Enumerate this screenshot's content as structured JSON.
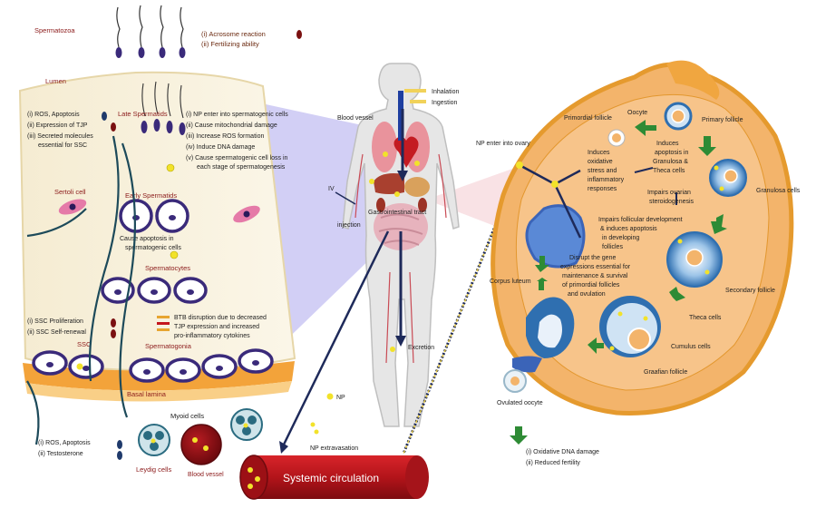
{
  "testis": {
    "spermatozoa": "Spermatozoa",
    "acrosome": "(i) Acrosome reaction",
    "fertilizing": "(ii) Fertilizing ability",
    "lumen": "Lumen",
    "ros_top": "(i) ROS, Apoptosis",
    "tjp": "(ii) Expression of TJP",
    "secreted1": "(iii) Secreted molecules",
    "secreted2": "essential for SSC",
    "late_spermatids": "Late Spermatids",
    "np_list": [
      "(i) NP enter into spermatogenic cells",
      "(ii) Cause mitochondrial damage",
      "(iii) Increase ROS formation",
      "(iv) Induce DNA damage",
      "(v) Cause spermatogenic cell loss in",
      "each stage of spermatogenesis"
    ],
    "sertoli": "Sertoli cell",
    "early_spermatids": "Early Spermatids",
    "apoptosis1": "Cause apoptosis in",
    "apoptosis2": "spermatogenic cells",
    "spermatocytes": "Spermatocytes",
    "bte1": "BTB disruption due to decreased",
    "bte2": "TJP expression and increased",
    "bte3": "pro-inflammatory cytokines",
    "ssc_prolif": "(i) SSC Proliferation",
    "ssc_self": "(ii) SSC Self-renewal",
    "ssc": "SSC",
    "spermatogonia": "Spermatogonia",
    "basal_lamina": "Basal lamina",
    "myoid": "Myoid cells",
    "ros_bottom": "(i) ROS, Apoptosis",
    "testosterone": "(ii) Testosterone",
    "leydig": "Leydig cells",
    "blood_vessel": "Blood vessel"
  },
  "body": {
    "inhalation": "Inhalation",
    "ingestion": "Ingestion",
    "blood_vessel": "Blood vessel",
    "iv": "IV",
    "injection": "injection",
    "gi": "Gastrointestinal tract",
    "excretion": "Excretion",
    "np": "NP",
    "np_extravasation": "NP extravasation",
    "systemic": "Systemic circulation"
  },
  "ovary": {
    "np_enter": "NP enter into ovary",
    "primordial": "Primordial follicle",
    "oocyte": "Oocyte",
    "primary": "Primary follicle",
    "oxidative": [
      "Induces",
      "oxidative",
      "stress and",
      "inflammatory",
      "responses"
    ],
    "apoptosis": [
      "Induces",
      "apoptosis in",
      "Granulosa &",
      "Theca cells"
    ],
    "impairs_steroid": [
      "Impairs ovarian",
      "steroidogenesis"
    ],
    "granulosa": "Granulosa cells",
    "impairs_follicular": [
      "Impairs follicular development",
      "& induces apoptosis",
      "in developing",
      "follicles"
    ],
    "corpus": "Corpus luteum",
    "disrupt": [
      "Disrupt the gene",
      "expressions essential for",
      "maintenance & survival",
      "of primordial follicles",
      "and ovulation"
    ],
    "secondary": "Secondary follicle",
    "theca": "Theca cells",
    "cumulus": "Cumulus cells",
    "graafian": "Graafian follicle",
    "ovulated": "Ovulated oocyte",
    "dna": "(i) Oxidative DNA damage",
    "fertility": "(ii) Reduced fertility"
  },
  "colors": {
    "sertoli_bg": "#f7efd8",
    "ovary": "#f3b46b",
    "artery": "#b8151b",
    "cell_ring": "#3a2a7a",
    "nanoparticle": "#f2e22a"
  }
}
